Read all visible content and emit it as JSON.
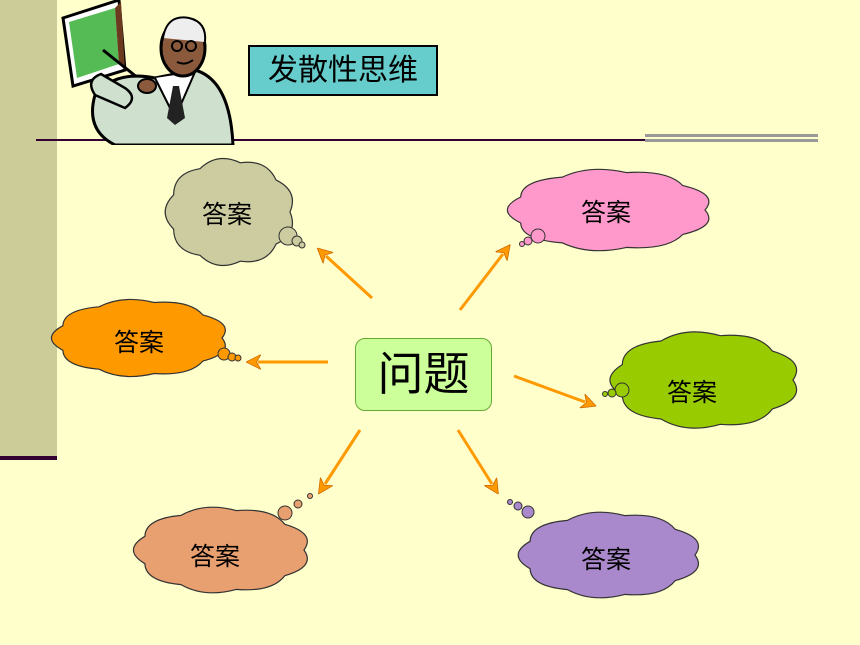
{
  "title": "发散性思维",
  "center_label": "问题",
  "clouds": [
    {
      "label": "答案",
      "color": "#CCCCA0"
    },
    {
      "label": "答案",
      "color": "#FF99CC"
    },
    {
      "label": "答案",
      "color": "#FF9900"
    },
    {
      "label": "答案",
      "color": "#99CC00"
    },
    {
      "label": "答案",
      "color": "#E8A070"
    },
    {
      "label": "答案",
      "color": "#AA88CC"
    }
  ],
  "colors": {
    "background": "#FFFFCC",
    "left_bar": "#CCCC99",
    "title_box": "#66CCCC",
    "center_box": "#CCFF99",
    "arrow": "#FF9900"
  },
  "icons": [
    "teacher-pointing-at-board-icon"
  ]
}
